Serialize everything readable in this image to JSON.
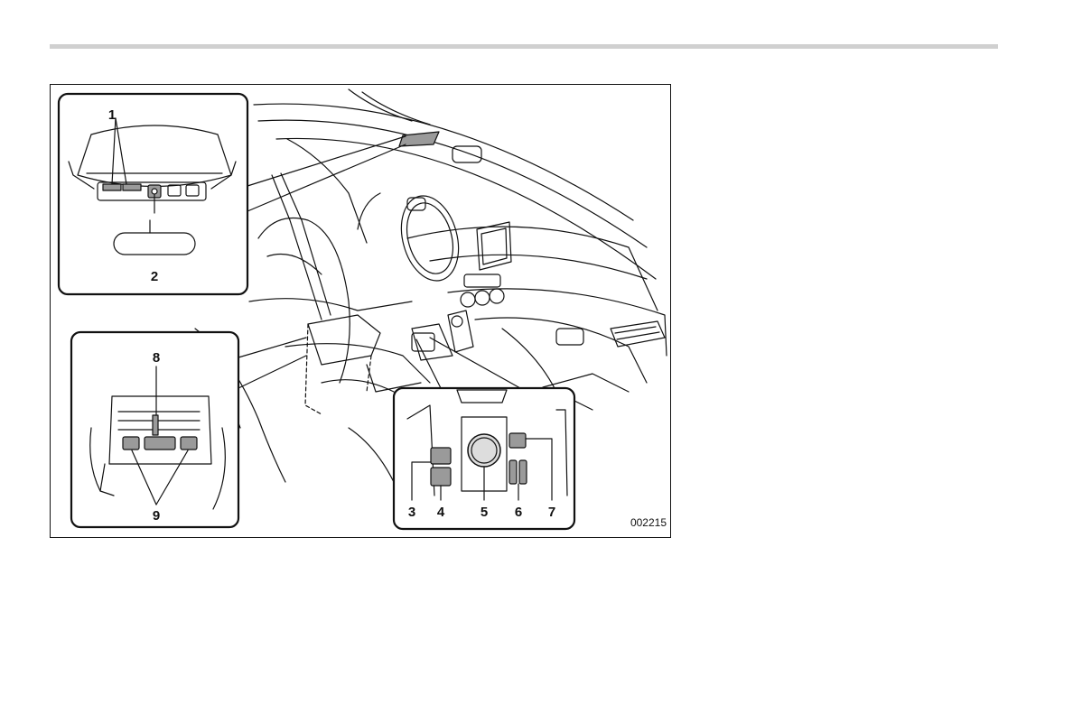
{
  "figure": {
    "code": "002215",
    "callouts": {
      "c1": "1",
      "c2": "2",
      "c3": "3",
      "c4": "4",
      "c5": "5",
      "c6": "6",
      "c7": "7",
      "c8": "8",
      "c9": "9"
    }
  },
  "colors": {
    "line": "#111111",
    "fill_gray": "#9a9a9a",
    "rule": "#d0d0d0"
  }
}
